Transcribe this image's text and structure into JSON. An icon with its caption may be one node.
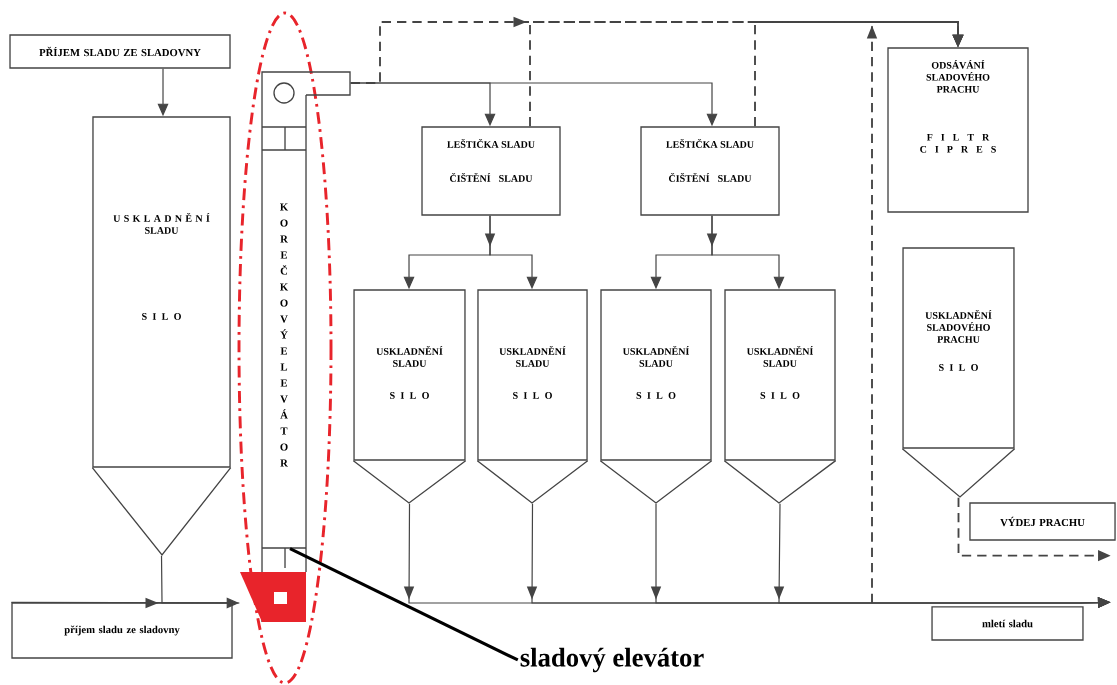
{
  "diagram": {
    "nodes": [
      {
        "text": [
          "PŘÍJEM SLADU ZE SLADOVNY"
        ]
      },
      {
        "text": [
          "U S K L A D N Ě N Í SLADU",
          "S I L O"
        ]
      },
      {
        "text": [
          "KOREČKOVÝ ELEVÁTOR"
        ]
      },
      {
        "text": [
          "příjem sladu ze sladovny"
        ]
      },
      {
        "text": [
          "LEŠTIČKA SLADU",
          "ČIŠTĚNÍ SLADU"
        ]
      },
      {
        "text": [
          "LEŠTIČKA SLADU",
          "ČIŠTĚNÍ SLADU"
        ]
      },
      {
        "text": [
          "USKLADNĚNÍ SLADU",
          "S I L O"
        ]
      },
      {
        "text": [
          "USKLADNĚNÍ SLADU",
          "S I L O"
        ]
      },
      {
        "text": [
          "USKLADNĚNÍ SLADU",
          "S I L O"
        ]
      },
      {
        "text": [
          "USKLADNĚNÍ SLADU",
          "S I L O"
        ]
      },
      {
        "text": [
          "ODSÁVÁNÍ SLADOVÉHO PRACHU",
          "F I L T R C I P R E S"
        ]
      },
      {
        "text": [
          "USKLADNĚNÍ SLADOVÉHO PRACHU",
          "S I L O"
        ]
      },
      {
        "text": [
          "VÝDEJ PRACHU"
        ]
      },
      {
        "text": [
          "mletí sladu"
        ]
      },
      {
        "text": [
          "sladový elevátor"
        ]
      }
    ],
    "edges": [
      {
        "from": 0,
        "to": 1,
        "arrow": "to"
      },
      {
        "from": 3,
        "to": 2,
        "arrow": "to"
      },
      {
        "from": 1,
        "to": 2,
        "arrow": "none"
      },
      {
        "from": 2,
        "to": 4,
        "arrow": "to"
      },
      {
        "from": 2,
        "to": 5,
        "arrow": "to"
      },
      {
        "from": 2,
        "to": 10,
        "arrow": "to",
        "style": "dashed"
      },
      {
        "from": 4,
        "to": 6,
        "arrow": "to"
      },
      {
        "from": 4,
        "to": 7,
        "arrow": "to"
      },
      {
        "from": 5,
        "to": 8,
        "arrow": "to"
      },
      {
        "from": 5,
        "to": 9,
        "arrow": "to"
      },
      {
        "from": 4,
        "to": 10,
        "arrow": "to",
        "style": "dashed"
      },
      {
        "from": 5,
        "to": 10,
        "arrow": "to",
        "style": "dashed"
      },
      {
        "from": 6,
        "to": 13,
        "arrow": "to"
      },
      {
        "from": 7,
        "to": 13,
        "arrow": "to"
      },
      {
        "from": 8,
        "to": 13,
        "arrow": "to"
      },
      {
        "from": 9,
        "to": 13,
        "arrow": "to"
      },
      {
        "from": null,
        "to": 10,
        "arrow": "to",
        "style": "dashed"
      },
      {
        "from": 11,
        "to": 12,
        "arrow": "to",
        "style": "dashed"
      },
      {
        "from": 14,
        "to": 2,
        "arrow": "none",
        "style": "thick",
        "color": "#000000"
      }
    ]
  }
}
